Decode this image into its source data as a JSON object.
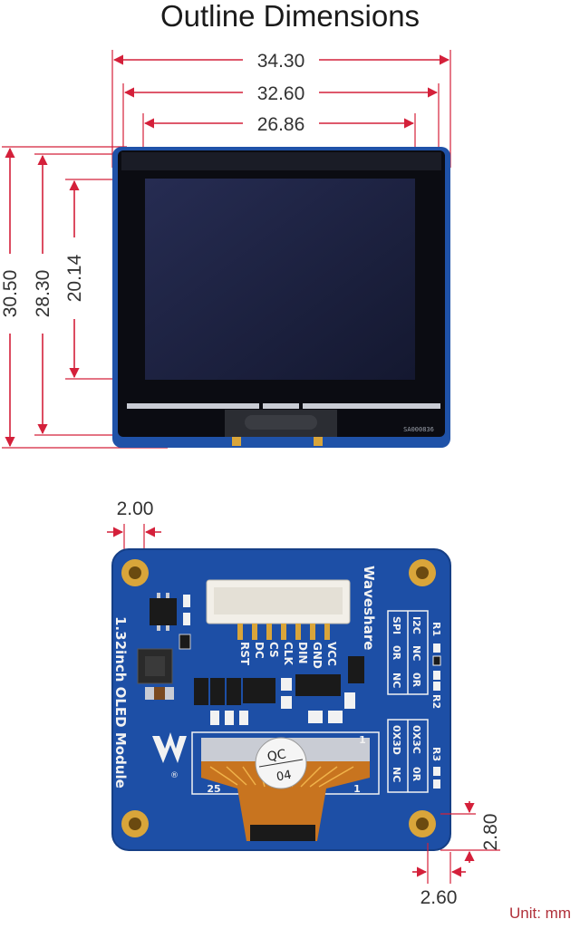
{
  "title": "Outline Dimensions",
  "unit": "Unit: mm",
  "colors": {
    "dimension": "#d4203a",
    "pcb": "#1d4fa6",
    "screen": "#1b2240",
    "gold": "#d9a53a"
  },
  "front_view": {
    "widths": [
      "34.30",
      "32.60",
      "26.86"
    ],
    "heights": [
      "30.50",
      "28.30",
      "20.14"
    ],
    "serial": "SA000836"
  },
  "back_view": {
    "hole_offset": "2.00",
    "corner_x": "2.60",
    "corner_y": "2.80",
    "brand": "Waveshare",
    "module_name": "1.32inch OLED Module",
    "pins": [
      "VCC",
      "GND",
      "DIN",
      "CLK",
      "CS",
      "DC",
      "RST"
    ],
    "table1": {
      "header": [
        "SPI",
        "I2C"
      ],
      "rows": [
        [
          "0R",
          "NC"
        ],
        [
          "NC",
          "0R"
        ]
      ],
      "r_top": "R1",
      "r_bottom": "R2"
    },
    "table2": {
      "header": [
        "0X3D",
        "0X3C"
      ],
      "rows": [
        [
          "NC",
          "0R"
        ]
      ],
      "r_top": "R3"
    },
    "qc": {
      "line1": "QC",
      "line2": "04"
    },
    "connector_pin_first": "1",
    "connector_pin_last": "25",
    "flex_pin_first": "1",
    "flex_pin_last": "25"
  }
}
